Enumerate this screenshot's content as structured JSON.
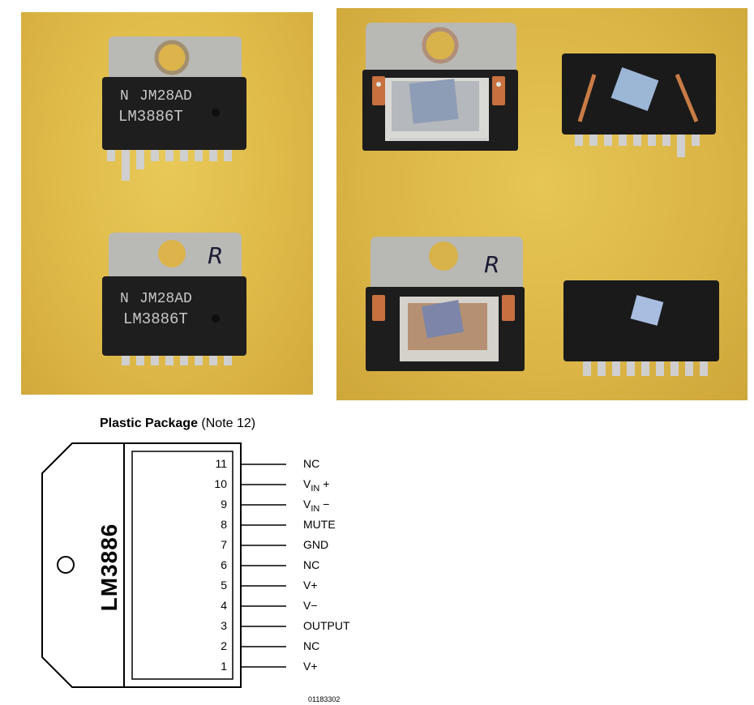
{
  "photos": {
    "left_top": {
      "marking_line1": "JM28AD",
      "marking_line2": "LM3886T"
    },
    "left_bottom": {
      "marking_line1": "JM28AD",
      "marking_line2": "LM3886T",
      "handwritten_mark": "R"
    },
    "right_top_handwritten_mark": "R"
  },
  "package": {
    "title_bold": "Plastic Package",
    "title_note": "(Note 12)",
    "chip_name": "LM3886",
    "figure_number": "01183302",
    "pins": [
      {
        "number": "11",
        "label": "NC"
      },
      {
        "number": "10",
        "label": "V",
        "sub": "IN",
        "suffix": "+"
      },
      {
        "number": "9",
        "label": "V",
        "sub": "IN",
        "suffix": "−"
      },
      {
        "number": "8",
        "label": "MUTE"
      },
      {
        "number": "7",
        "label": "GND"
      },
      {
        "number": "6",
        "label": "NC"
      },
      {
        "number": "5",
        "label": "V+"
      },
      {
        "number": "4",
        "label": "V−"
      },
      {
        "number": "3",
        "label": "OUTPUT"
      },
      {
        "number": "2",
        "label": "NC"
      },
      {
        "number": "1",
        "label": "V+"
      }
    ]
  }
}
